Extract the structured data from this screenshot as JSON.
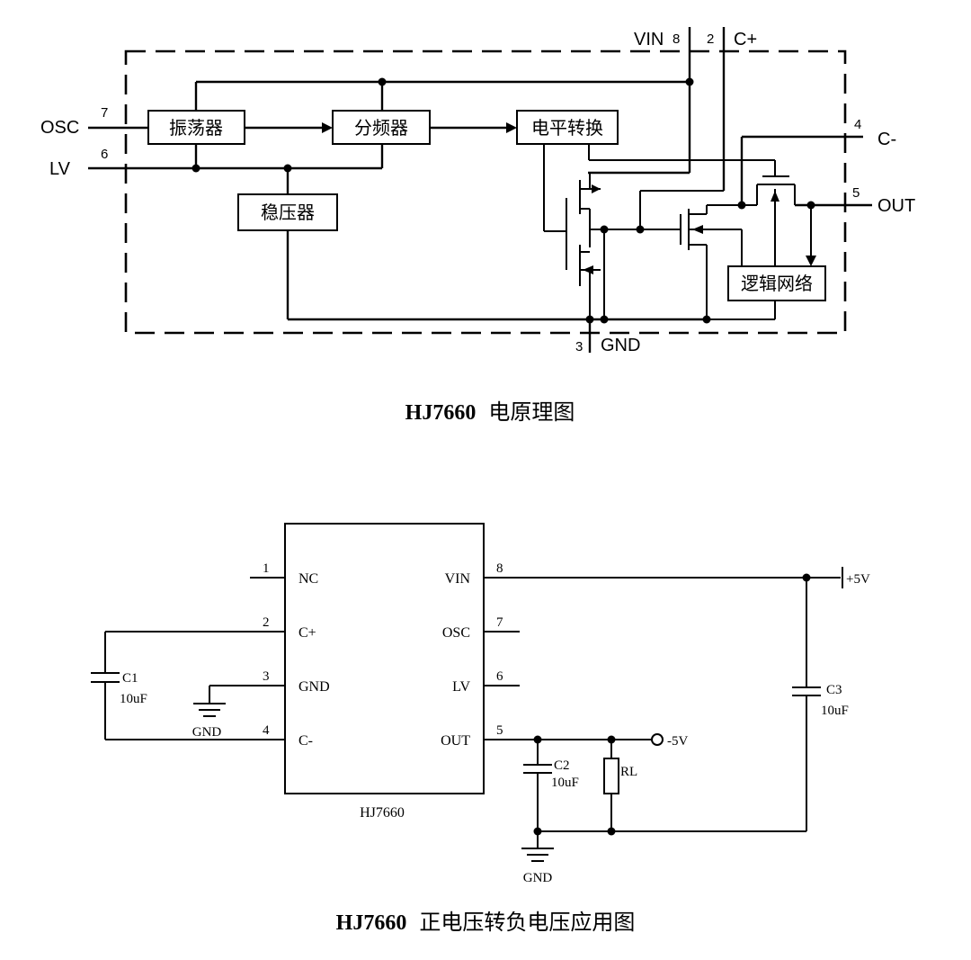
{
  "diagram1": {
    "caption_bold": "HJ7660",
    "caption_rest": "电原理图",
    "pins": {
      "vin_label": "VIN",
      "vin_num": "8",
      "cplus_num": "2",
      "cplus_label": "C+",
      "osc_num": "7",
      "osc_label": "OSC",
      "lv_num": "6",
      "lv_label": "LV",
      "cminus_num": "4",
      "cminus_label": "C-",
      "out_num": "5",
      "out_label": "OUT",
      "gnd_num": "3",
      "gnd_label": "GND"
    },
    "blocks": {
      "oscillator": "振荡器",
      "divider": "分频器",
      "level_shift": "电平转换",
      "regulator": "稳压器",
      "logic": "逻辑网络"
    }
  },
  "diagram2": {
    "caption_bold": "HJ7660",
    "caption_rest": "正电压转负电压应用图",
    "chip_name": "HJ7660",
    "left_pins": [
      {
        "num": "1",
        "name": "NC"
      },
      {
        "num": "2",
        "name": "C+"
      },
      {
        "num": "3",
        "name": "GND"
      },
      {
        "num": "4",
        "name": "C-"
      }
    ],
    "right_pins": [
      {
        "num": "8",
        "name": "VIN"
      },
      {
        "num": "7",
        "name": "OSC"
      },
      {
        "num": "6",
        "name": "LV"
      },
      {
        "num": "5",
        "name": "OUT"
      }
    ],
    "components": {
      "c1_name": "C1",
      "c1_value": "10uF",
      "c2_name": "C2",
      "c2_value": "10uF",
      "c3_name": "C3",
      "c3_value": "10uF",
      "rl_name": "RL",
      "vpos": "+5V",
      "vneg": "-5V",
      "gnd_left": "GND",
      "gnd_bottom": "GND"
    }
  }
}
